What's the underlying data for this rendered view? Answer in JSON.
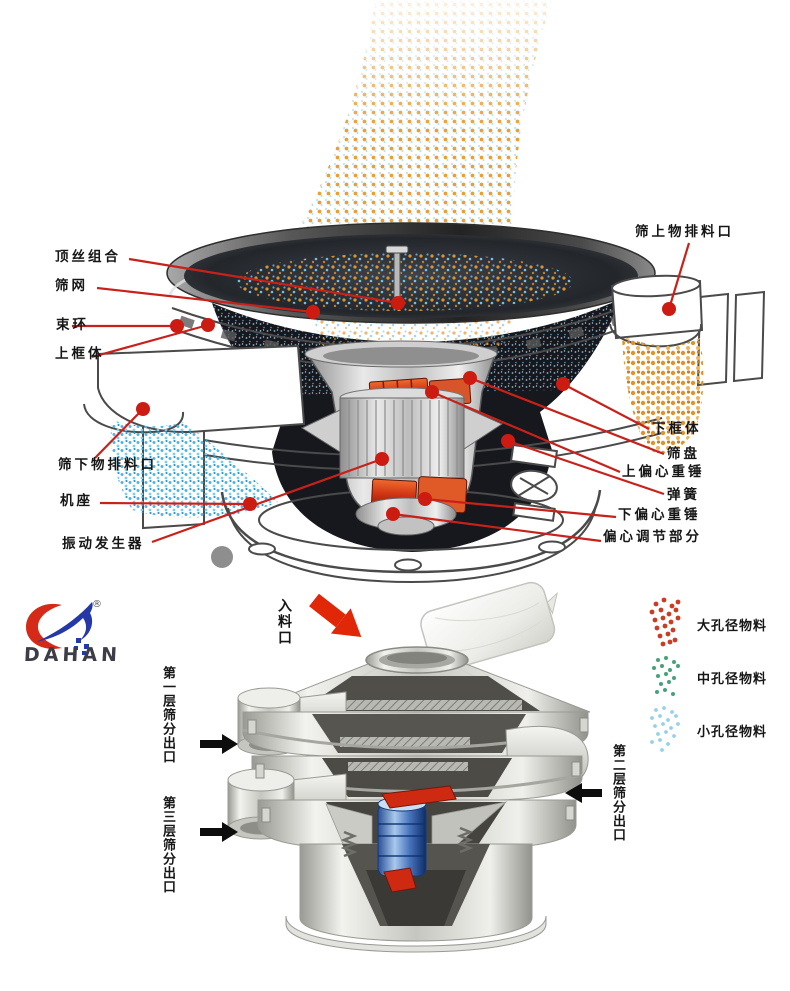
{
  "top_diagram": {
    "labels_left": [
      {
        "text": "顶丝组合"
      },
      {
        "text": "筛网"
      },
      {
        "text": "束环"
      },
      {
        "text": "上框体"
      },
      {
        "text": "筛下物排料口"
      },
      {
        "text": "机座"
      },
      {
        "text": "振动发生器"
      }
    ],
    "labels_right": [
      {
        "text": "筛上物排料口"
      },
      {
        "text": "下框体"
      },
      {
        "text": "筛盘"
      },
      {
        "text": "上偏心重锤"
      },
      {
        "text": "弹簧"
      },
      {
        "text": "下偏心重锤"
      },
      {
        "text": "偏心调节部分"
      }
    ],
    "leader_line_color": "#c8211a",
    "particle_colors": {
      "coarse_orange": "#e59a2e",
      "fine_blue": "#5bbce4"
    }
  },
  "bottom_diagram": {
    "logo": {
      "brand": "DAHAN",
      "registered_mark": "®",
      "red": "#d62a18",
      "blue": "#2438a8"
    },
    "feed_inlet_label": "入料口",
    "outlets": {
      "layer1": "第一层筛分出口",
      "layer2": "第二层筛分出口",
      "layer3": "第三层筛分出口"
    },
    "legend": {
      "items": [
        {
          "label": "大孔径物料",
          "color": "#cc3b22"
        },
        {
          "label": "中孔径物料",
          "color": "#4aa078"
        },
        {
          "label": "小孔径物料",
          "color": "#96d0ea"
        }
      ]
    },
    "machine_colors": {
      "body_silver": "#c6c6c0",
      "motor_blue": "#4a76c0",
      "weight_red": "#ce2a12"
    }
  }
}
